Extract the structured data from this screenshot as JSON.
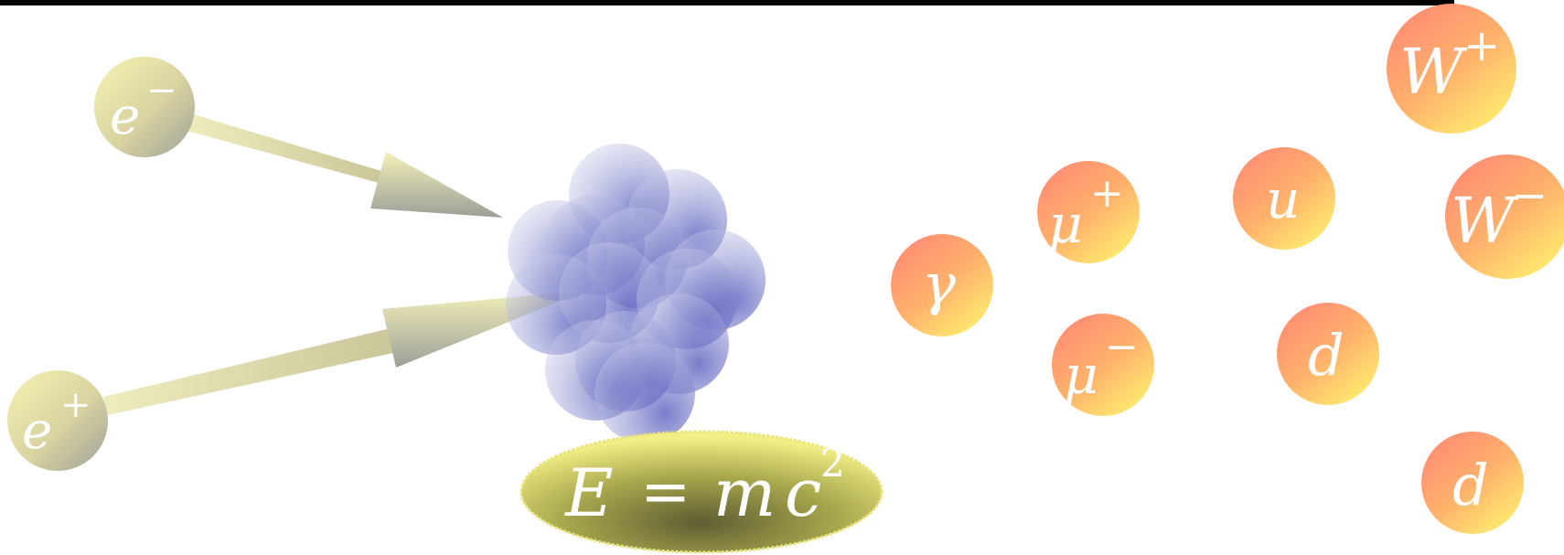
{
  "particles": {
    "electron": {
      "base": "e",
      "sup": "−"
    },
    "positron": {
      "base": "e",
      "sup": "+"
    },
    "photon": {
      "base": "γ"
    },
    "mu_plus": {
      "base": "μ",
      "sup": "+"
    },
    "mu_minus": {
      "base": "μ",
      "sup": "−"
    },
    "up_quark": {
      "base": "u"
    },
    "down_quark_1": {
      "base": "d"
    },
    "down_quark_2": {
      "base": "d"
    },
    "w_plus": {
      "base": "W",
      "sup": "+"
    },
    "w_minus": {
      "base": "W",
      "sup": "−"
    }
  },
  "energy_label": {
    "lhs": "E",
    "eq": "=",
    "m": "m",
    "c": "c",
    "exp": "2"
  },
  "colors": {
    "incoming_particle": "#e8e4a0",
    "produced_particle": "#ff8f7a",
    "produced_particle_alt": "#ffd36e",
    "energy_blob": "#6b6fc7",
    "energy_oval": "#b9b65a",
    "arrow": "#dcd9a2",
    "top_band": "#000000"
  }
}
